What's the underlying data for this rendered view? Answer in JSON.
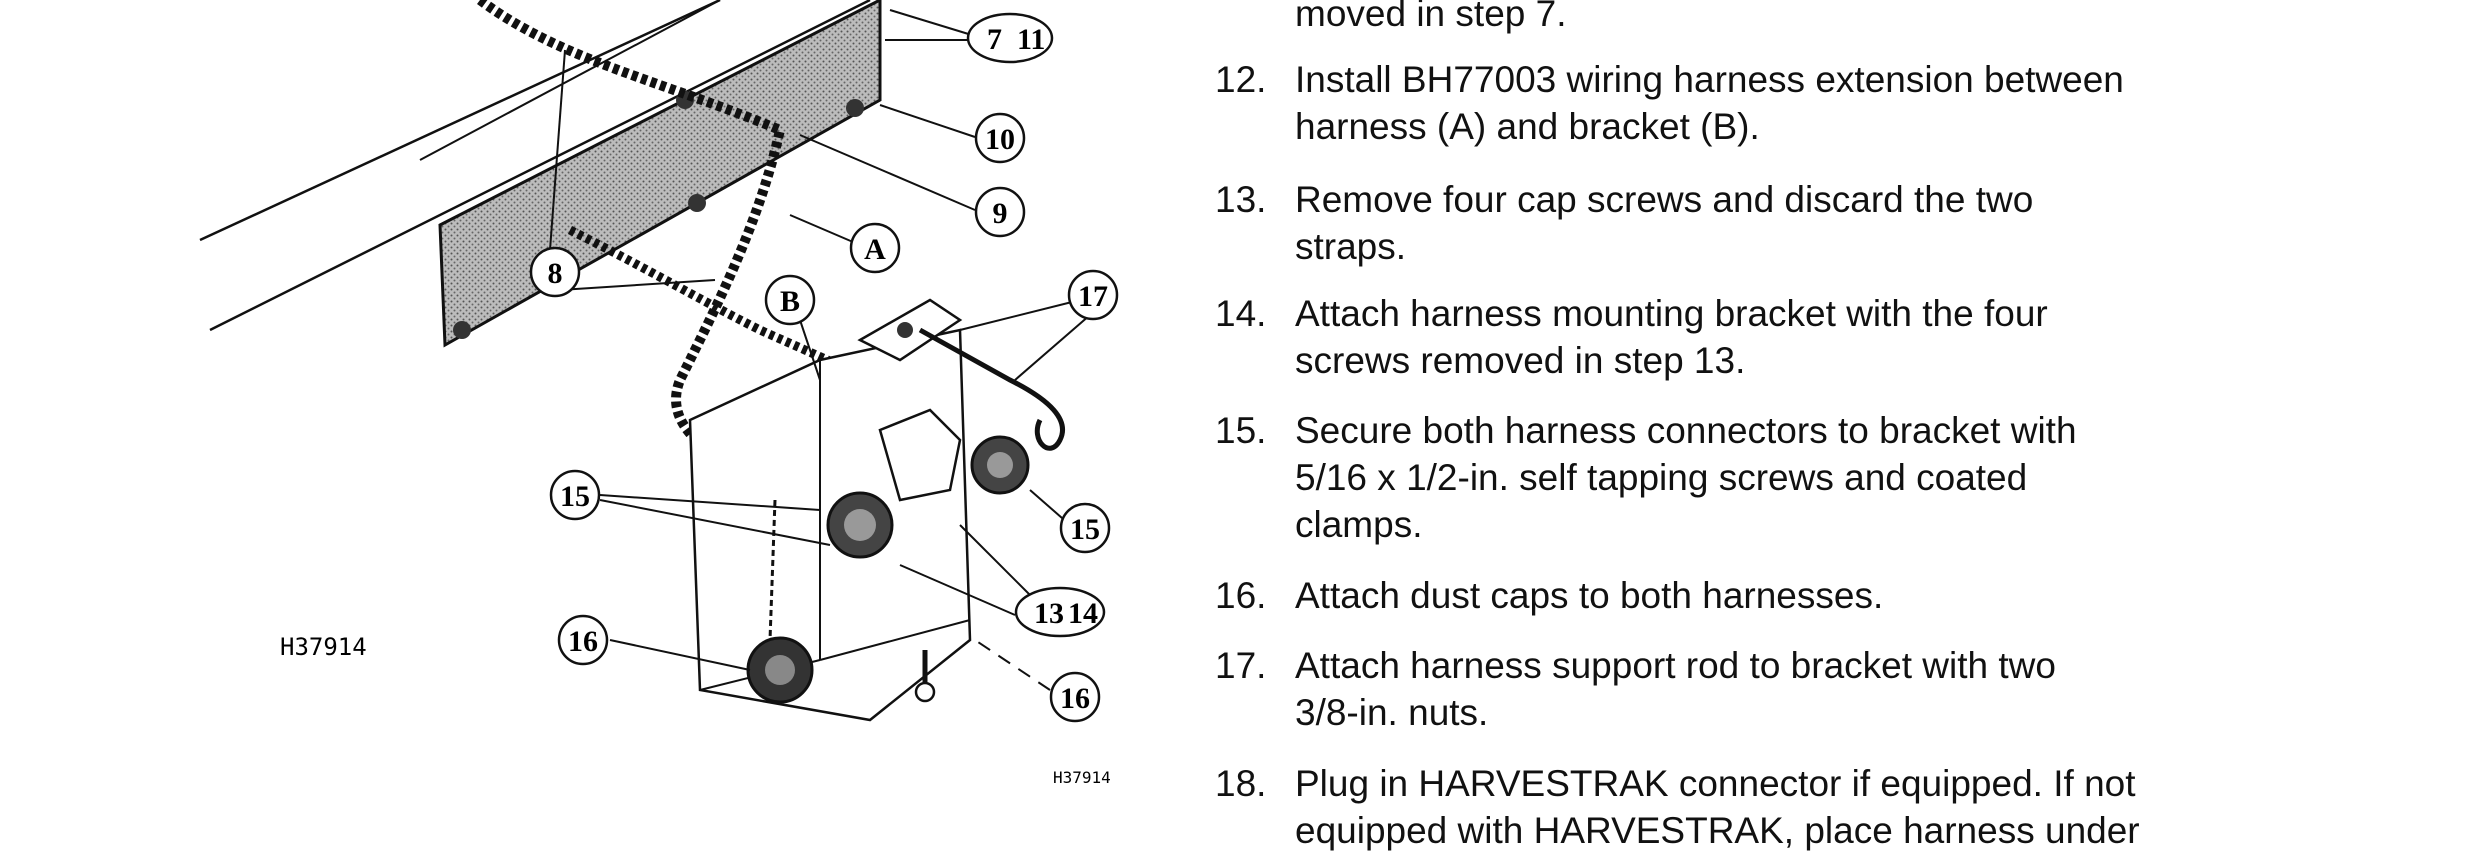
{
  "figure": {
    "code_left": "H37914",
    "code_right": "H37914",
    "callouts": [
      "7",
      "11",
      "10",
      "9",
      "8",
      "A",
      "B",
      "17",
      "15",
      "15",
      "13",
      "14",
      "16",
      "16"
    ]
  },
  "steps": [
    {
      "number": "",
      "lines": [
        "moved in step 7."
      ]
    },
    {
      "number": "12.",
      "lines": [
        "Install BH77003 wiring harness extension between",
        "harness (A) and bracket (B)."
      ]
    },
    {
      "number": "13.",
      "lines": [
        "Remove four cap screws and discard the two",
        "straps."
      ]
    },
    {
      "number": "14.",
      "lines": [
        "Attach harness mounting bracket with the four",
        "screws removed in step 13."
      ]
    },
    {
      "number": "15.",
      "lines": [
        "Secure both harness connectors to bracket with",
        "5/16 x 1/2-in. self tapping screws and coated",
        "clamps."
      ]
    },
    {
      "number": "16.",
      "lines": [
        "Attach dust caps to both harnesses."
      ]
    },
    {
      "number": "17.",
      "lines": [
        "Attach harness support rod to bracket with two",
        "3/8-in. nuts."
      ]
    },
    {
      "number": "18.",
      "lines": [
        "Plug in HARVESTRAK connector if equipped. If not",
        "equipped with HARVESTRAK, place harness under"
      ]
    }
  ]
}
